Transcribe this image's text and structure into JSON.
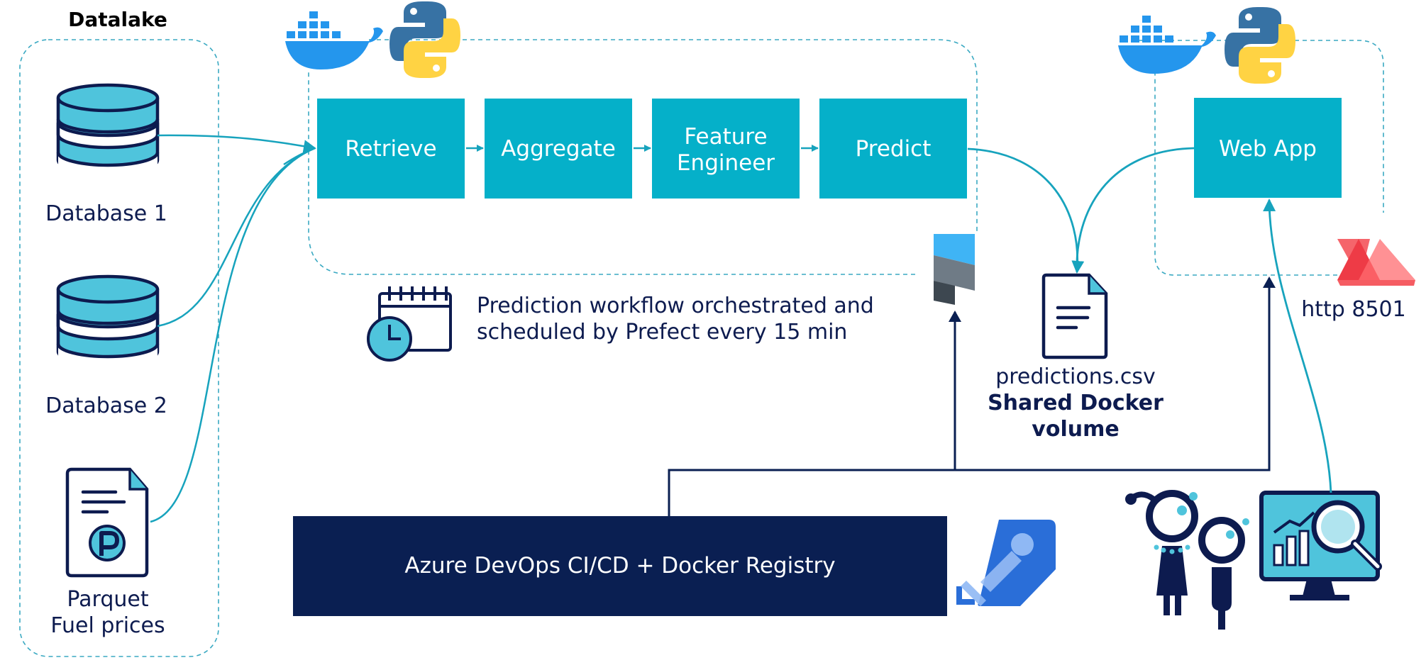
{
  "datalake": {
    "title": "Datalake",
    "sources": [
      {
        "label": "Database 1",
        "icon": "database-icon"
      },
      {
        "label": "Database 2",
        "icon": "database-icon"
      },
      {
        "label_line1": "Parquet",
        "label_line2": "Fuel prices",
        "icon": "parquet-file-icon"
      }
    ]
  },
  "pipeline": {
    "steps": [
      {
        "label": "Retrieve"
      },
      {
        "label": "Aggregate"
      },
      {
        "label_line1": "Feature",
        "label_line2": "Engineer"
      },
      {
        "label": "Predict"
      }
    ],
    "note_line1": "Prediction workflow orchestrated and",
    "note_line2": "scheduled by Prefect every 15 min"
  },
  "web_app": {
    "label": "Web App",
    "port_label": "http 8501"
  },
  "shared_volume": {
    "file": "predictions.csv",
    "title_line1": "Shared Docker",
    "title_line2": "volume"
  },
  "ci_cd": {
    "label": "Azure DevOps CI/CD + Docker Registry"
  },
  "colors": {
    "step_fill": "#05b0c9",
    "navy": "#0a1f52",
    "arrow": "#17a3bd",
    "dash": "#3aa9c2",
    "db_fill": "#4fc4dc",
    "streamlit_red": "#ff4b4b",
    "docker_blue": "#2496ed",
    "python_blue": "#3772a4",
    "python_yellow": "#ffd343",
    "azure_blue": "#2a6ed8"
  },
  "icons": [
    "docker-icon",
    "python-icon",
    "prefect-icon",
    "calendar-clock-icon",
    "csv-file-icon",
    "streamlit-icon",
    "azure-devops-icon",
    "users-icon",
    "analytics-monitor-icon"
  ]
}
